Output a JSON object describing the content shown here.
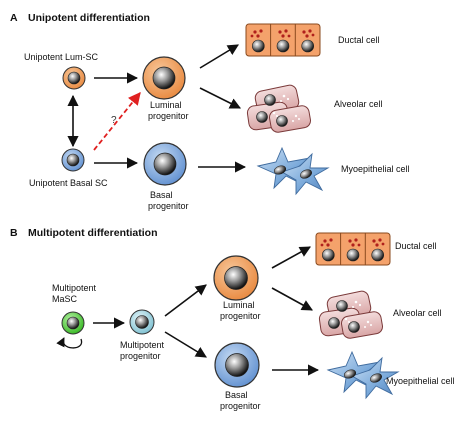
{
  "panel_a": {
    "letter": "A",
    "title": "Unipotent differentiation",
    "lum_sc": "Unipotent Lum-SC",
    "basal_sc": "Unipotent Basal SC",
    "luminal_1": "Luminal",
    "luminal_2": "progenitor",
    "basal_1": "Basal",
    "basal_2": "progenitor",
    "question": "?",
    "ductal": "Ductal cell",
    "alveolar": "Alveolar cell",
    "myo": "Myoepithelial cell"
  },
  "panel_b": {
    "letter": "B",
    "title": "Multipotent differentiation",
    "masc_1": "Multipotent",
    "masc_2": "MaSC",
    "multi_1": "Multipotent",
    "multi_2": "progenitor",
    "luminal_1": "Luminal",
    "luminal_2": "progenitor",
    "basal_1": "Basal",
    "basal_2": "progenitor",
    "ductal": "Ductal cell",
    "alveolar": "Alveolar cell",
    "myo": "Myoepithelial cell"
  },
  "colors": {
    "luminal": "#f0a868",
    "basal": "#8fb1dd",
    "masc": "#55d13f",
    "multi": "#9fd3df",
    "ductal": "#f4a26b",
    "alveolar": "#e8c3c3",
    "myo": "#8ab6e3",
    "question_arrow": "#e02020"
  }
}
